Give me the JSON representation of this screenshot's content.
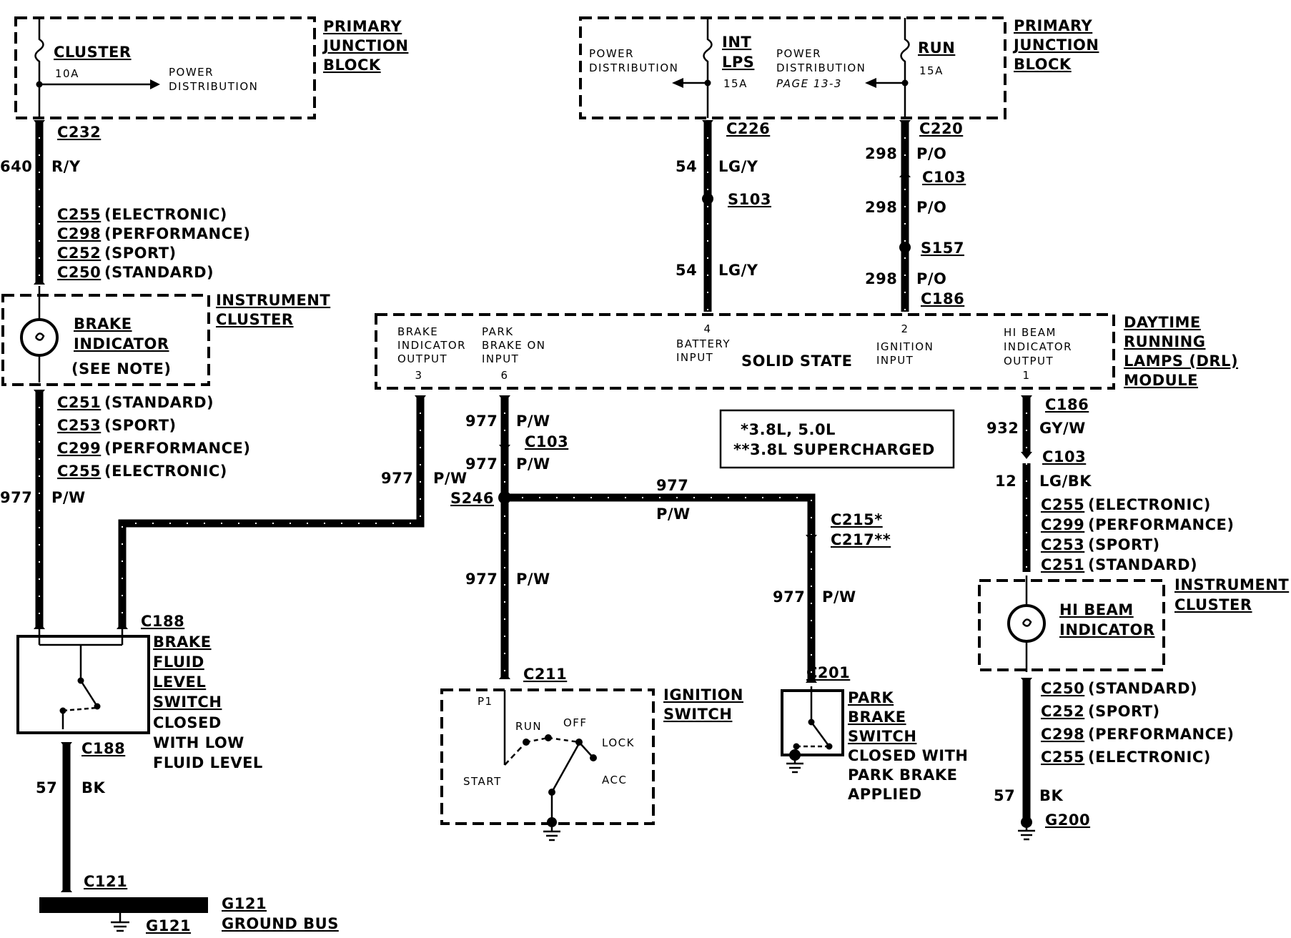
{
  "left_pjb": {
    "title": [
      "PRIMARY",
      "JUNCTION",
      "BLOCK"
    ],
    "fuse_name": "CLUSTER",
    "fuse_rating": "10A",
    "power": [
      "POWER",
      "DISTRIBUTION"
    ]
  },
  "right_pjb": {
    "title": [
      "PRIMARY",
      "JUNCTION",
      "BLOCK"
    ],
    "fuse1_name": [
      "INT",
      "LPS"
    ],
    "fuse1_rating": "15A",
    "fuse2_name": "RUN",
    "fuse2_rating": "15A",
    "power_left": [
      "POWER",
      "DISTRIBUTION"
    ],
    "power_mid": [
      "POWER",
      "DISTRIBUTION",
      "PAGE 13-3"
    ]
  },
  "left_wire": {
    "c232": "C232",
    "c232_circuit": "640",
    "c232_color": "R/Y",
    "cluster_connectors_top": [
      {
        "id": "C255",
        "desc": "(ELECTRONIC)"
      },
      {
        "id": "C298",
        "desc": "(PERFORMANCE)"
      },
      {
        "id": "C252",
        "desc": "(SPORT)"
      },
      {
        "id": "C250",
        "desc": "(STANDARD)"
      }
    ],
    "cluster_connectors_bottom": [
      {
        "id": "C251",
        "desc": "(STANDARD)"
      },
      {
        "id": "C253",
        "desc": "(SPORT)"
      },
      {
        "id": "C299",
        "desc": "(PERFORMANCE)"
      },
      {
        "id": "C255",
        "desc": "(ELECTRONIC)"
      }
    ],
    "circuit_977": "977",
    "color_pw": "P/W"
  },
  "instrument_cluster_left": {
    "title": [
      "INSTRUMENT",
      "CLUSTER"
    ],
    "indicator": [
      "BRAKE",
      "INDICATOR"
    ],
    "note": "(SEE NOTE)"
  },
  "drl_module": {
    "title": [
      "DAYTIME",
      "RUNNING",
      "LAMPS (DRL)",
      "MODULE"
    ],
    "center": "SOLID STATE",
    "pins": [
      {
        "lines": [
          "BRAKE",
          "INDICATOR",
          "OUTPUT"
        ],
        "num": "3"
      },
      {
        "lines": [
          "PARK",
          "BRAKE ON",
          "INPUT"
        ],
        "num": "6"
      },
      {
        "lines": [
          "BATTERY",
          "INPUT"
        ],
        "num": "4"
      },
      {
        "lines": [
          "IGNITION",
          "INPUT"
        ],
        "num": "2"
      },
      {
        "lines": [
          "HI BEAM",
          "INDICATOR",
          "OUTPUT"
        ],
        "num": "1"
      }
    ]
  },
  "battery_feed": {
    "c226": "C226",
    "circuit": "54",
    "color": "LG/Y",
    "splice": "S103"
  },
  "ignition_feed": {
    "c220": "C220",
    "c103": "C103",
    "s157": "S157",
    "c186": "C186",
    "circuit": "298",
    "color": "P/O"
  },
  "note_box": [
    "*3.8L, 5.0L",
    "**3.8L SUPERCHARGED"
  ],
  "park_circuit": {
    "circuit": "977",
    "color": "P/W",
    "c103": "C103",
    "s246": "S246",
    "c215": "C215*",
    "c217": "C217**",
    "c211": "C211",
    "c201": "C201"
  },
  "brake_fluid_switch": {
    "c188": "C188",
    "title": [
      "BRAKE",
      "FLUID",
      "LEVEL",
      "SWITCH"
    ],
    "desc": [
      "CLOSED",
      "WITH LOW",
      "FLUID LEVEL"
    ],
    "ground_circuit": "57",
    "ground_color": "BK",
    "c121": "C121",
    "g121_bus": [
      "G121",
      "GROUND BUS"
    ],
    "g121": "G121"
  },
  "ignition_switch": {
    "title": [
      "IGNITION",
      "SWITCH"
    ],
    "pin": "P1",
    "positions": [
      "RUN",
      "OFF",
      "LOCK",
      "START",
      "ACC"
    ]
  },
  "park_brake_switch": {
    "title": [
      "PARK",
      "BRAKE",
      "SWITCH"
    ],
    "desc": [
      "CLOSED WITH",
      "PARK BRAKE",
      "APPLIED"
    ]
  },
  "hibeam_circuit": {
    "c186": "C186",
    "circuit1": "932",
    "color1": "GY/W",
    "c103": "C103",
    "circuit2": "12",
    "color2": "LG/BK",
    "connectors_top": [
      {
        "id": "C255",
        "desc": "(ELECTRONIC)"
      },
      {
        "id": "C299",
        "desc": "(PERFORMANCE)"
      },
      {
        "id": "C253",
        "desc": "(SPORT)"
      },
      {
        "id": "C251",
        "desc": "(STANDARD)"
      }
    ],
    "connectors_bottom": [
      {
        "id": "C250",
        "desc": "(STANDARD)"
      },
      {
        "id": "C252",
        "desc": "(SPORT)"
      },
      {
        "id": "C298",
        "desc": "(PERFORMANCE)"
      },
      {
        "id": "C255",
        "desc": "(ELECTRONIC)"
      }
    ],
    "ground_circuit": "57",
    "ground_color": "BK",
    "g200": "G200"
  },
  "instrument_cluster_right": {
    "title": [
      "INSTRUMENT",
      "CLUSTER"
    ],
    "indicator": [
      "HI BEAM",
      "INDICATOR"
    ]
  }
}
